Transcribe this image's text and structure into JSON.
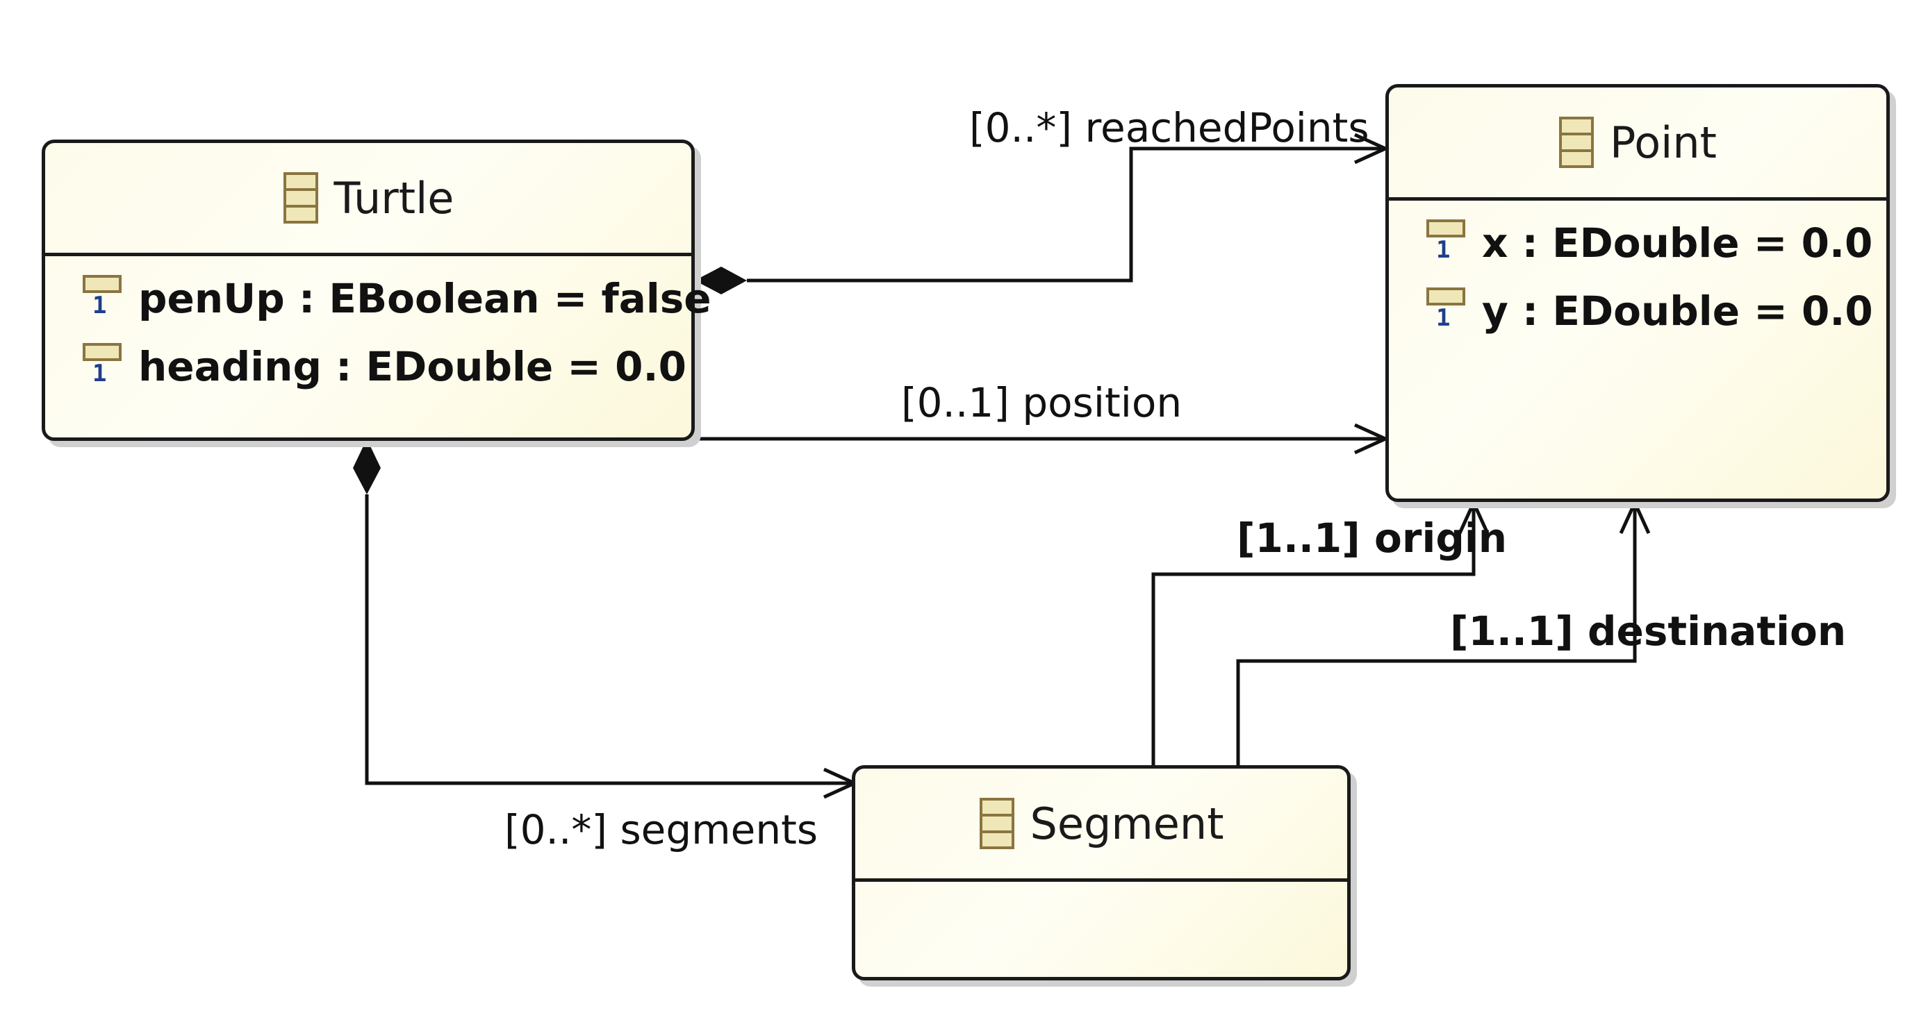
{
  "classes": {
    "turtle": {
      "name": "Turtle",
      "attributes": [
        {
          "text": "penUp : EBoolean = false",
          "multiplicity": "1"
        },
        {
          "text": "heading : EDouble = 0.0",
          "multiplicity": "1"
        }
      ]
    },
    "point": {
      "name": "Point",
      "attributes": [
        {
          "text": "x : EDouble = 0.0",
          "multiplicity": "1"
        },
        {
          "text": "y : EDouble = 0.0",
          "multiplicity": "1"
        }
      ]
    },
    "segment": {
      "name": "Segment",
      "attributes": []
    }
  },
  "references": {
    "reachedPoints": "[0..*] reachedPoints",
    "position": "[0..1] position",
    "segments": "[0..*] segments",
    "origin": "[1..1] origin",
    "destination": "[1..1] destination"
  },
  "colors": {
    "box_border": "#1a1a1a",
    "box_fill": "#fffef4",
    "icon_fill": "#f0e7b8",
    "icon_stroke": "#8a7540",
    "multiplicity_color": "#1e3f8c"
  }
}
